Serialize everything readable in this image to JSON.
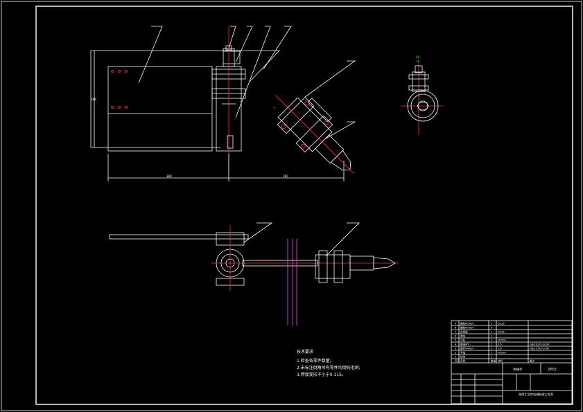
{
  "notes": {
    "title": "技术要求",
    "items": [
      "1.检查各零件数量;",
      "2.未标注倒角所有零件均倒钝毛刺;",
      "3.焊接变形不小于0.115。"
    ]
  },
  "title_block": {
    "part_name": "机械手",
    "drawing_no": "ZP02",
    "school": "湖南工学院机械制造工程系",
    "bom_rows": [
      {
        "no": "9",
        "name": "螺栓M5X20",
        "qty": "2",
        "material": "Q235",
        "std": ""
      },
      {
        "no": "8",
        "name": "螺栓M5X20",
        "qty": "4",
        "material": "",
        "std": ""
      },
      {
        "no": "7",
        "name": "连接板",
        "qty": "1",
        "material": "Q235",
        "std": ""
      },
      {
        "no": "6",
        "name": "滑块",
        "qty": "2",
        "material": "",
        "std": ""
      },
      {
        "no": "5",
        "name": "气缸",
        "qty": "1",
        "material": "HT200",
        "std": ""
      },
      {
        "no": "4",
        "name": "螺母M5",
        "qty": "2",
        "material": "5.6",
        "std": "GB/T6170-2000"
      },
      {
        "no": "3",
        "name": "螺钉M4X10",
        "qty": "2",
        "material": "5.6",
        "std": "GB/T5783-2000"
      },
      {
        "no": "2",
        "name": "手指",
        "qty": "1",
        "material": "HT200",
        "std": ""
      },
      {
        "no": "1",
        "name": "机架",
        "qty": "1",
        "material": "",
        "std": ""
      }
    ],
    "header": {
      "no": "序号",
      "name": "名称",
      "qty": "数量",
      "material": "材料",
      "std": "备注"
    }
  },
  "dims": {
    "d1": "380",
    "d2": "280",
    "d3": "168"
  },
  "sec_label": {
    "a": "A6",
    "b": "16"
  }
}
